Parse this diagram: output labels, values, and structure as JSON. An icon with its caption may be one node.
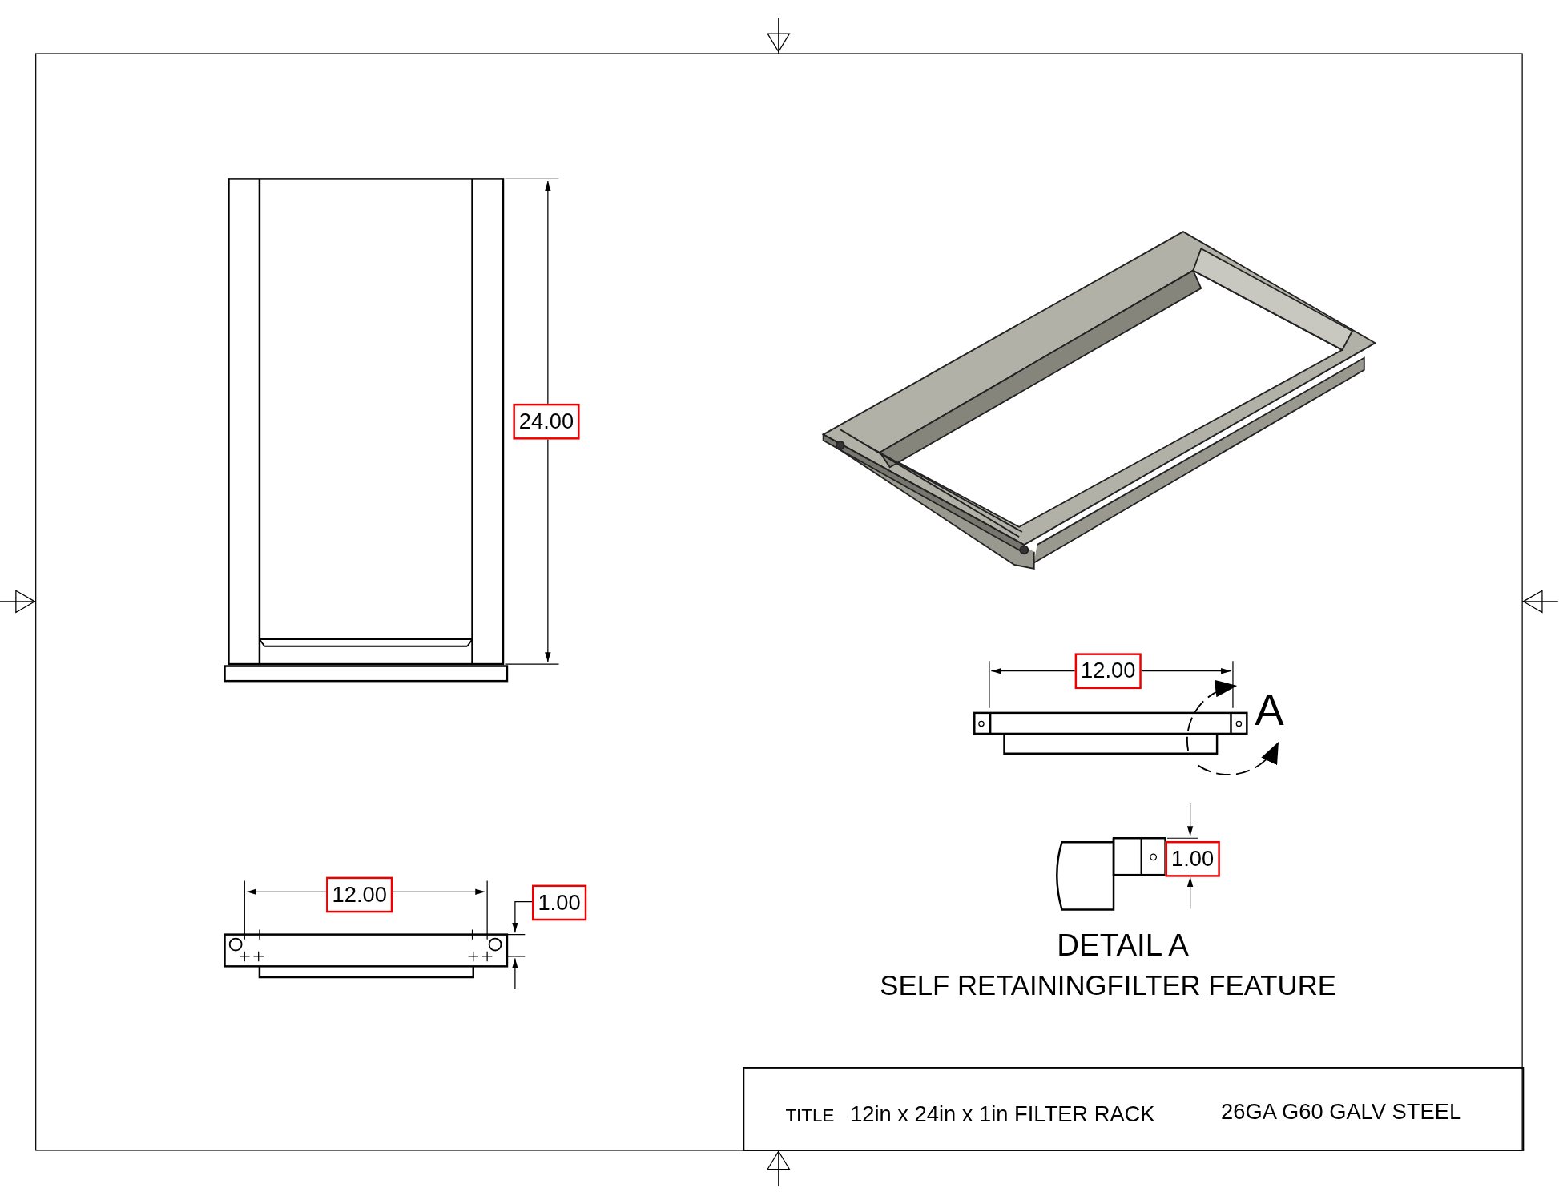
{
  "diagram": {
    "labels": [
      "24.00",
      "12.00",
      "A",
      "1.00",
      "12.00",
      "1.00",
      "DETAIL A",
      "SELF RETAININGFILTER FEATURE",
      "TITLE",
      "12in x 24in x 1in FILTER RACK",
      "26GA G60 GALV STEEL"
    ]
  }
}
